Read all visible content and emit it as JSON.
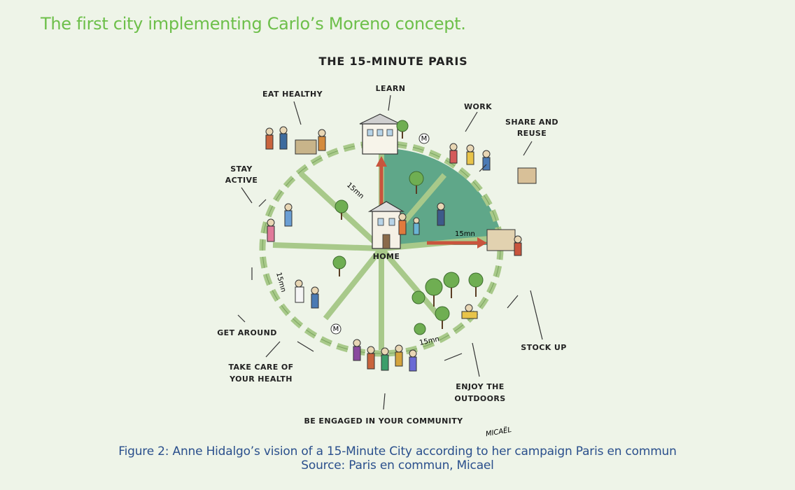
{
  "subtitle": "The first city implementing Carlo’s Moreno concept.",
  "figure": {
    "title": "THE 15-MINUTE PARIS",
    "labels": {
      "eat_healthy": "EAT HEALTHY",
      "learn": "LEARN",
      "work": "WORK",
      "share1": "SHARE AND",
      "share2": "REUSE",
      "stay1": "STAY",
      "stay2": "ACTIVE",
      "home": "HOME",
      "get_around": "GET AROUND",
      "care1": "TAKE CARE OF",
      "care2": "YOUR HEALTH",
      "stock_up": "STOCK UP",
      "enjoy1": "ENJOY THE",
      "enjoy2": "OUTDOORS",
      "engaged": "BE ENGAGED IN YOUR COMMUNITY",
      "min1": "15mn",
      "min2": "15mn",
      "min3": "15mn",
      "min4": "15mn",
      "signature": "MICAËL"
    },
    "colors": {
      "green_sector": "#4f9e7e",
      "arrow": "#c9543d",
      "path": "#a8c98a"
    }
  },
  "caption": {
    "line1": "Figure 2: Anne Hidalgo’s vision of a 15-Minute City according to her campaign Paris en commun",
    "line2": "Source: Paris en commun, Micael"
  }
}
